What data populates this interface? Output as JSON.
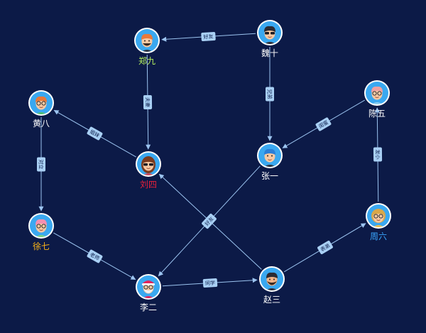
{
  "nodes": [
    {
      "id": "zheng9",
      "label": "郑九",
      "color": "#b4f05f",
      "avatar": "beard-orange-hair"
    },
    {
      "id": "wei10",
      "label": "魏十",
      "color": "#ffffff",
      "avatar": "sunglasses-man"
    },
    {
      "id": "huang8",
      "label": "黄八",
      "color": "#ffffff",
      "avatar": "glasses-orange"
    },
    {
      "id": "chen5",
      "label": "陈五",
      "color": "#ffffff",
      "avatar": "grandpa-glasses"
    },
    {
      "id": "liu4",
      "label": "刘四",
      "color": "#e8203a",
      "avatar": "woman-sunglasses"
    },
    {
      "id": "zhang1",
      "label": "张一",
      "color": "#ffffff",
      "avatar": "blue-hair-man"
    },
    {
      "id": "xu7",
      "label": "徐七",
      "color": "#f5b01a",
      "avatar": "pink-hair-glasses"
    },
    {
      "id": "zhou6",
      "label": "周六",
      "color": "#3aa8ff",
      "avatar": "blonde-glasses"
    },
    {
      "id": "li2",
      "label": "李二",
      "color": "#ffffff",
      "avatar": "santa-grandpa"
    },
    {
      "id": "zhao3",
      "label": "赵三",
      "color": "#ffffff",
      "avatar": "bearded-man"
    }
  ],
  "edges": [
    {
      "from": "wei10",
      "to": "zheng9",
      "label": "好友"
    },
    {
      "from": "zheng9",
      "to": "liu4",
      "label": "夫妻"
    },
    {
      "from": "wei10",
      "to": "zhang1",
      "label": "兄弟"
    },
    {
      "from": "chen5",
      "to": "zhang1",
      "label": "闺蜜"
    },
    {
      "from": "zhou6",
      "to": "chen5",
      "label": "发小"
    },
    {
      "from": "liu4",
      "to": "huang8",
      "label": "姐妹"
    },
    {
      "from": "huang8",
      "to": "xu7",
      "label": "对立"
    },
    {
      "from": "xu7",
      "to": "li2",
      "label": "老师"
    },
    {
      "from": "li2",
      "to": "zhao3",
      "label": "同学"
    },
    {
      "from": "zhao3",
      "to": "zhou6",
      "label": "表弟"
    },
    {
      "from": "zhang1",
      "to": "li2",
      "label": "好友"
    },
    {
      "from": "zhao3",
      "to": "liu4",
      "label": ""
    }
  ],
  "colors": {
    "background": "#0c1a47",
    "edge": "#9cc4f0",
    "edge_label_bg": "#a9d0f5",
    "avatar_bg": "#3aa8f0"
  }
}
